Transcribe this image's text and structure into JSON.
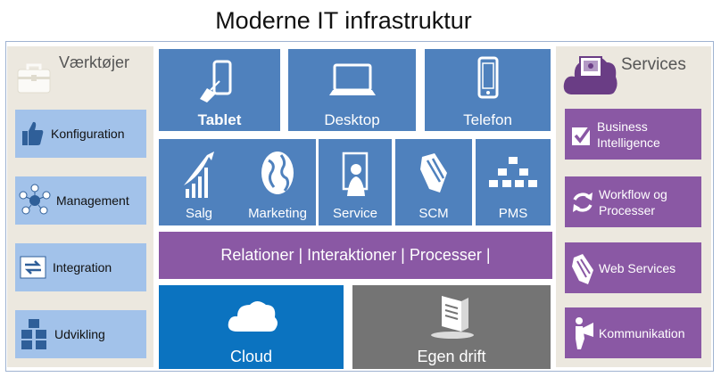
{
  "title": "Moderne IT infrastruktur",
  "left_panel": {
    "title": "Værktøjer",
    "items": [
      {
        "label": "Konfiguration",
        "icon": "thumbs-up-icon"
      },
      {
        "label": "Management",
        "icon": "people-network-icon"
      },
      {
        "label": "Integration",
        "icon": "arrows-exchange-icon"
      },
      {
        "label": "Udvikling",
        "icon": "boxes-stack-icon"
      }
    ]
  },
  "right_panel": {
    "title": "Services",
    "items": [
      {
        "label": "Business Intelligence",
        "icon": "checkbox-icon"
      },
      {
        "label": "Workflow og Processer",
        "icon": "refresh-icon"
      },
      {
        "label": "Web Services",
        "icon": "handshake-icon"
      },
      {
        "label": "Kommunikation",
        "icon": "megaphone-icon"
      }
    ]
  },
  "devices": [
    {
      "label": "Tablet",
      "icon": "tablet-stylus-icon"
    },
    {
      "label": "Desktop",
      "icon": "laptop-icon"
    },
    {
      "label": "Telefon",
      "icon": "phone-icon"
    }
  ],
  "apps": [
    {
      "label": "Salg",
      "icon": "growth-bars-icon"
    },
    {
      "label": "Marketing",
      "icon": "globe-icon"
    },
    {
      "label": "Service",
      "icon": "service-person-icon"
    },
    {
      "label": "SCM",
      "icon": "handshake-icon"
    },
    {
      "label": "PMS",
      "icon": "org-chart-icon"
    }
  ],
  "banner": "Relationer | Interaktioner | Processer |",
  "hosting": [
    {
      "label": "Cloud",
      "icon": "cloud-icon"
    },
    {
      "label": "Egen drift",
      "icon": "server-icon"
    }
  ],
  "colors": {
    "tile_blue": "#4f81bd",
    "cloud_blue": "#0b73c0",
    "purple": "#8a58a4",
    "light_blue": "#a2c2ea",
    "gray": "#747474",
    "panel_bg": "#ece8df"
  }
}
